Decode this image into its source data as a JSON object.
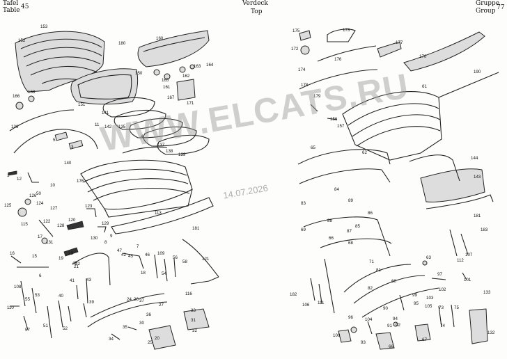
{
  "header": {
    "tafel_label": "Tafel",
    "table_label": "Table",
    "table_number": "45",
    "title_de": "Verdeck",
    "title_en": "Top",
    "gruppe_label": "Gruppe",
    "group_label": "Group",
    "group_number": "77"
  },
  "watermark": {
    "site": "WWW.ELCATS.RU",
    "date": "14.07.2026"
  },
  "labels_left": [
    "153",
    "180",
    "152",
    "160",
    "165",
    "163",
    "164",
    "161",
    "162",
    "150",
    "166",
    "168",
    "167",
    "171",
    "151",
    "141",
    "11",
    "142",
    "135",
    "136",
    "5",
    "3",
    "4",
    "137",
    "138",
    "139",
    "140",
    "176",
    "1",
    "12",
    "10",
    "50",
    "124",
    "125",
    "126",
    "127",
    "123",
    "115",
    "122",
    "120",
    "128",
    "129",
    "17",
    "131",
    "130",
    "9",
    "8",
    "7",
    "47",
    "45",
    "42",
    "46",
    "48",
    "43",
    "41",
    "40",
    "39",
    "37",
    "36",
    "35",
    "34",
    "33",
    "32",
    "31",
    "30",
    "24",
    "26",
    "27",
    "25",
    "20",
    "21",
    "22",
    "23",
    "16",
    "15",
    "19",
    "18",
    "110",
    "108",
    "55",
    "53",
    "57",
    "51",
    "52",
    "6",
    "113",
    "181",
    "121",
    "116",
    "109",
    "54",
    "56",
    "58"
  ],
  "labels_right": [
    "175",
    "173",
    "172",
    "174",
    "177",
    "176",
    "170",
    "190",
    "178",
    "61",
    "179",
    "156",
    "157",
    "65",
    "62",
    "144",
    "143",
    "84",
    "89",
    "86",
    "83",
    "88",
    "69",
    "85",
    "87",
    "66",
    "68",
    "63",
    "71",
    "81",
    "82",
    "60",
    "97",
    "101",
    "102",
    "103",
    "99",
    "112",
    "107",
    "183",
    "181",
    "182",
    "106",
    "111",
    "96",
    "104",
    "92",
    "93",
    "94",
    "95",
    "90",
    "105",
    "100",
    "91",
    "66",
    "67",
    "73",
    "75",
    "74",
    "133",
    "132"
  ]
}
